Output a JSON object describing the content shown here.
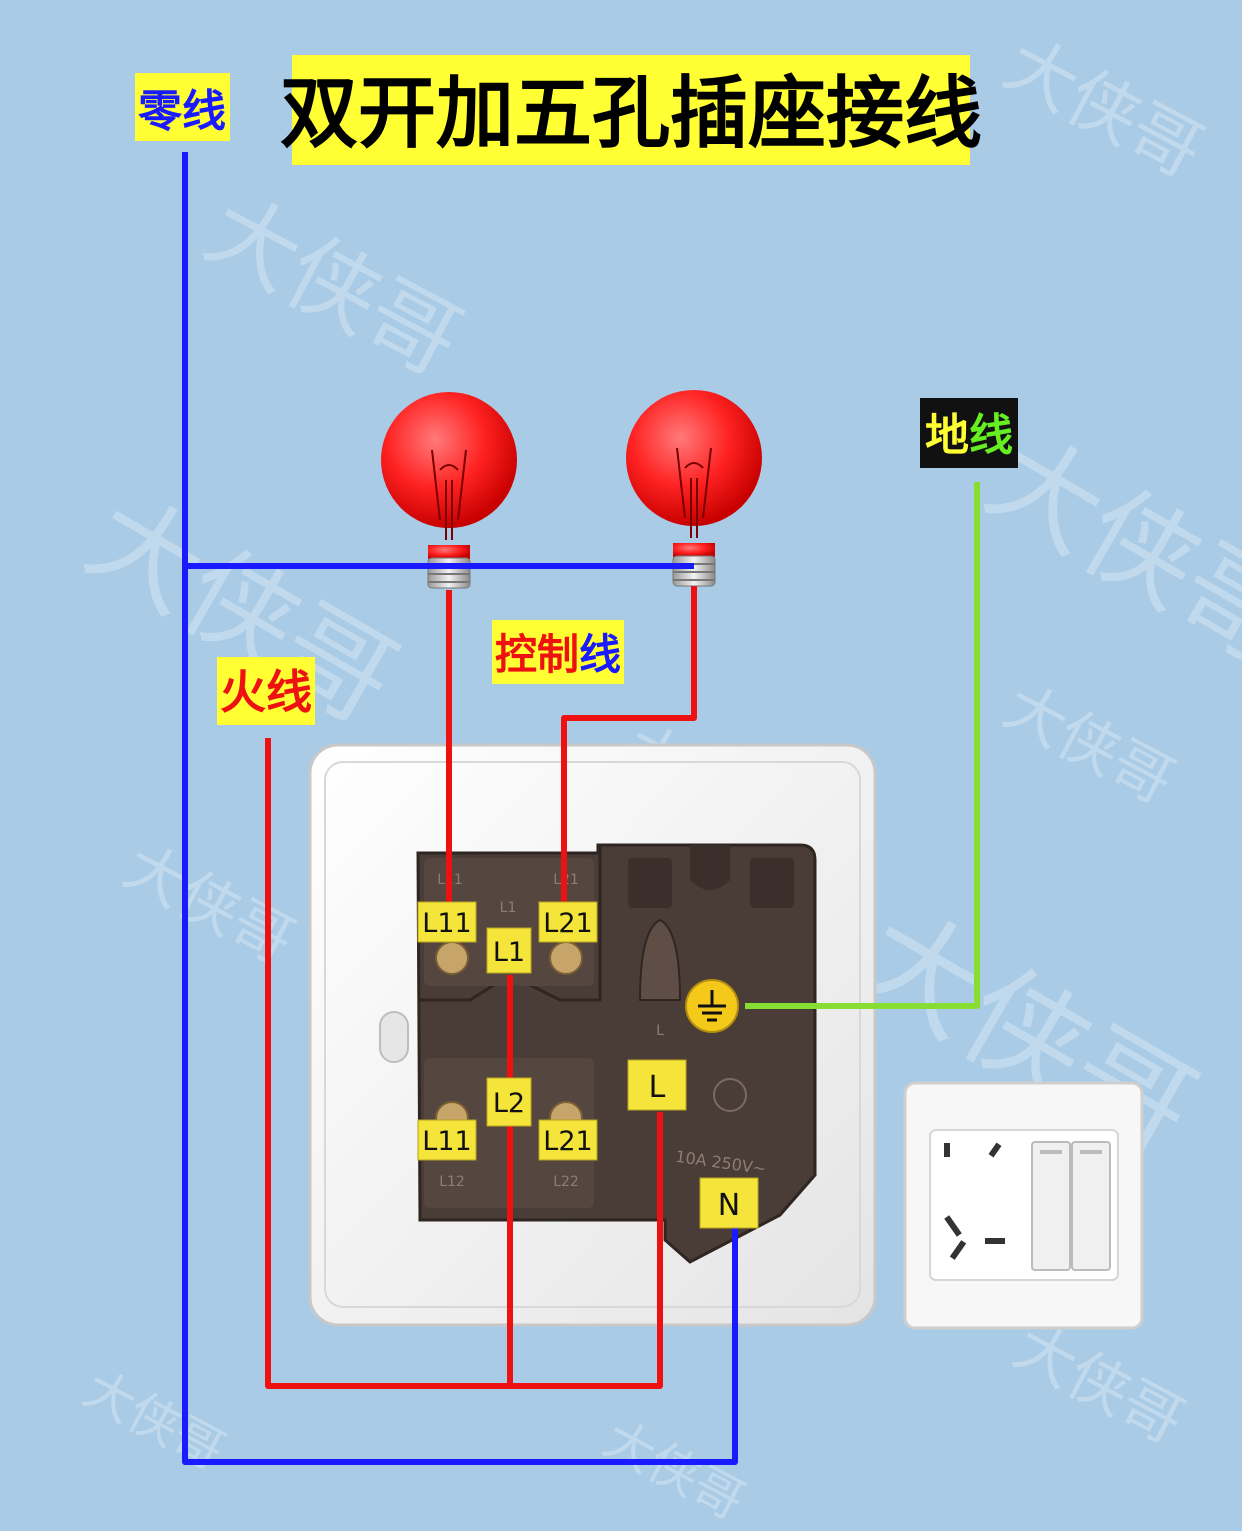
{
  "title": "双开加五孔插座接线",
  "labels": {
    "neutral": "零线",
    "live": "火线",
    "control_part1": "控制",
    "control_part2": "线",
    "earth_part1": "地",
    "earth_part2": "线"
  },
  "terminals": {
    "l11_top": "L11",
    "l21_top": "L21",
    "l1": "L1",
    "l2": "L2",
    "l11_bottom": "L11",
    "l21_bottom": "L21",
    "socket_l": "L",
    "socket_n": "N"
  },
  "module_marks": {
    "mark_l11": "L11",
    "mark_l21": "L21",
    "mark_l1": "L1",
    "mark_l12": "L12",
    "mark_l22": "L22",
    "mark_l": "L",
    "rating": "10A 250V~"
  },
  "watermark": "大侠哥",
  "colors": {
    "background": "#a9cbe6",
    "neutral_wire": "#1a1aff",
    "live_wire": "#ee1111",
    "earth_wire": "#88dd33",
    "label_bg": "#ffff33",
    "terminal_bg": "#f5e43a",
    "bulb": "#ff2a2a",
    "module_body": "#4a3c36"
  }
}
